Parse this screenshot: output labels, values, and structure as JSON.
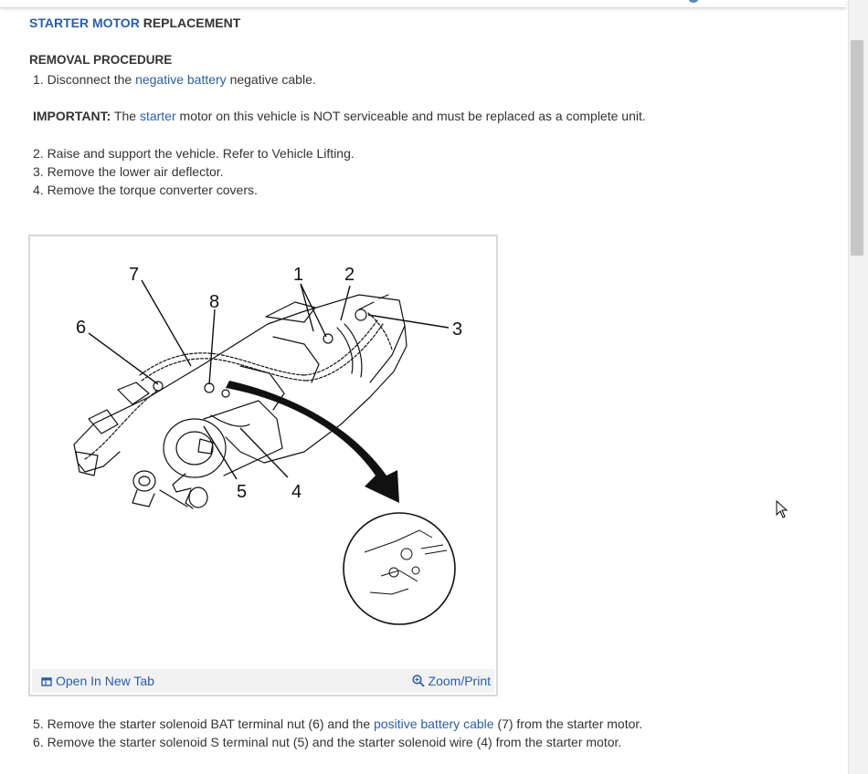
{
  "header": {
    "title_link": "STARTER MOTOR",
    "title_rest": " REPLACEMENT"
  },
  "removal": {
    "heading": "REMOVAL PROCEDURE",
    "step1_pre": "1. Disconnect the ",
    "step1_link": "negative battery",
    "step1_post": " negative cable.",
    "important_label": "IMPORTANT:",
    "important_pre": " The ",
    "important_link": "starter",
    "important_post": " motor on this vehicle is NOT serviceable and must be replaced as a complete unit.",
    "step2": "2. Raise and support the vehicle. Refer to Vehicle Lifting.",
    "step3": "3. Remove the lower air deflector.",
    "step4": "4. Remove the torque converter covers.",
    "step5_pre": "5. Remove the starter solenoid BAT terminal nut (6) and the ",
    "step5_link": "positive battery cable",
    "step5_post": " (7) from the starter motor.",
    "step6": "6. Remove the starter solenoid S terminal nut (5) and the starter solenoid wire (4) from the starter motor."
  },
  "figure": {
    "callouts": {
      "c1": "1",
      "c2": "2",
      "c3": "3",
      "c4": "4",
      "c5": "5",
      "c6": "6",
      "c7": "7",
      "c8": "8"
    },
    "open_new_tab": "Open In New Tab",
    "zoom_print": "Zoom/Print"
  },
  "colors": {
    "link": "#2a5ea6",
    "text": "#333333",
    "figure_border": "#d9d9d9",
    "figure_footer": "#f2f2f2"
  },
  "icons": {
    "open_tab": "open-new-tab-icon",
    "zoom": "magnifier-zoom-icon",
    "cursor": "mouse-pointer-icon"
  }
}
